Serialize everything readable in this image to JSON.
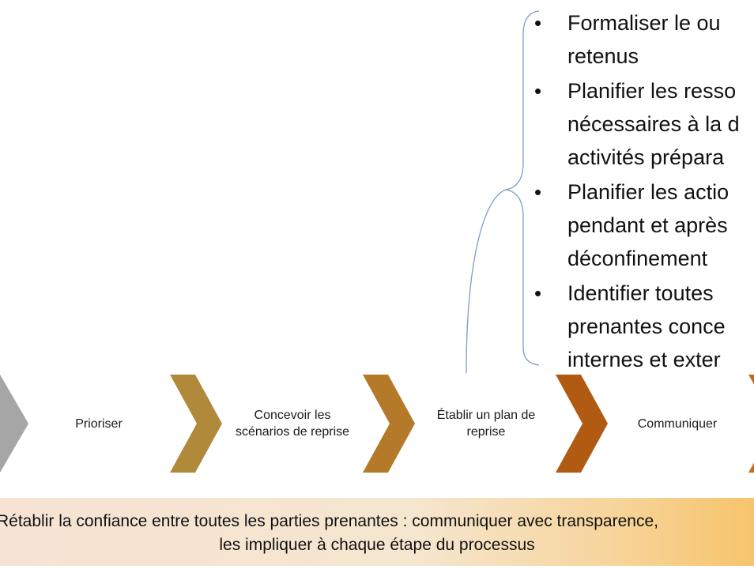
{
  "steps": [
    {
      "label": "Prioriser",
      "color": "#b08a3a"
    },
    {
      "label": "Concevoir les scénarios de reprise",
      "lines": [
        "Concevoir les",
        "scénarios de reprise"
      ],
      "color": "#b5792a"
    },
    {
      "label": "Établir un plan de reprise",
      "lines": [
        "Établir un plan de",
        "reprise"
      ],
      "color": "#b05a12"
    },
    {
      "label": "Communiquer",
      "color": "#c86a1e"
    }
  ],
  "arrow_colors": {
    "first": "#a6a6a6",
    "second": "#b08a3a",
    "third": "#b5792a",
    "fourth": "#b05a12",
    "fifth": "#c86a1e"
  },
  "bullets": [
    {
      "lines": [
        "Formaliser le ou",
        "retenus"
      ]
    },
    {
      "lines": [
        "Planifier les resso",
        "nécessaires à la d",
        "activités prépara"
      ]
    },
    {
      "lines": [
        "Planifier les actio",
        "pendant et après",
        "déconfinement"
      ]
    },
    {
      "lines": [
        "Identifier toutes",
        "prenantes conce",
        "internes et exter"
      ]
    }
  ],
  "banner": {
    "line1": "Rétablir la confiance entre toutes les parties prenantes : communiquer avec transparence,",
    "line2": "les impliquer à chaque étape du processus"
  },
  "brace_color": "#7f9cc4"
}
